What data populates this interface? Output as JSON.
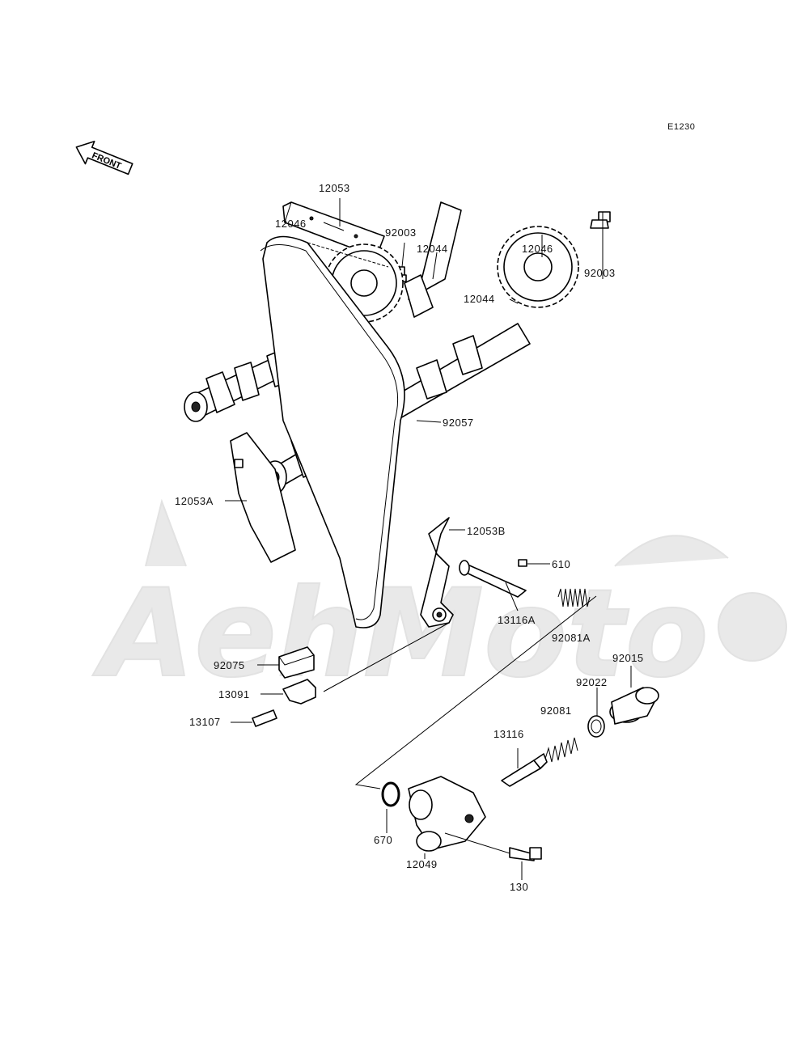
{
  "diagram": {
    "code": "E1230",
    "front_label": "FRONT",
    "watermark": "AehMoto",
    "parts": [
      {
        "number": "12053"
      },
      {
        "number": "92003"
      },
      {
        "number": "12044"
      },
      {
        "number": "12046"
      },
      {
        "number": "92003"
      },
      {
        "number": "12046"
      },
      {
        "number": "12044"
      },
      {
        "number": "92057"
      },
      {
        "number": "12053A"
      },
      {
        "number": "12053B"
      },
      {
        "number": "610"
      },
      {
        "number": "13116A"
      },
      {
        "number": "92081A"
      },
      {
        "number": "92015"
      },
      {
        "number": "92022"
      },
      {
        "number": "92081"
      },
      {
        "number": "92075"
      },
      {
        "number": "13091"
      },
      {
        "number": "13107"
      },
      {
        "number": "13116"
      },
      {
        "number": "670"
      },
      {
        "number": "12049"
      },
      {
        "number": "130"
      }
    ]
  }
}
